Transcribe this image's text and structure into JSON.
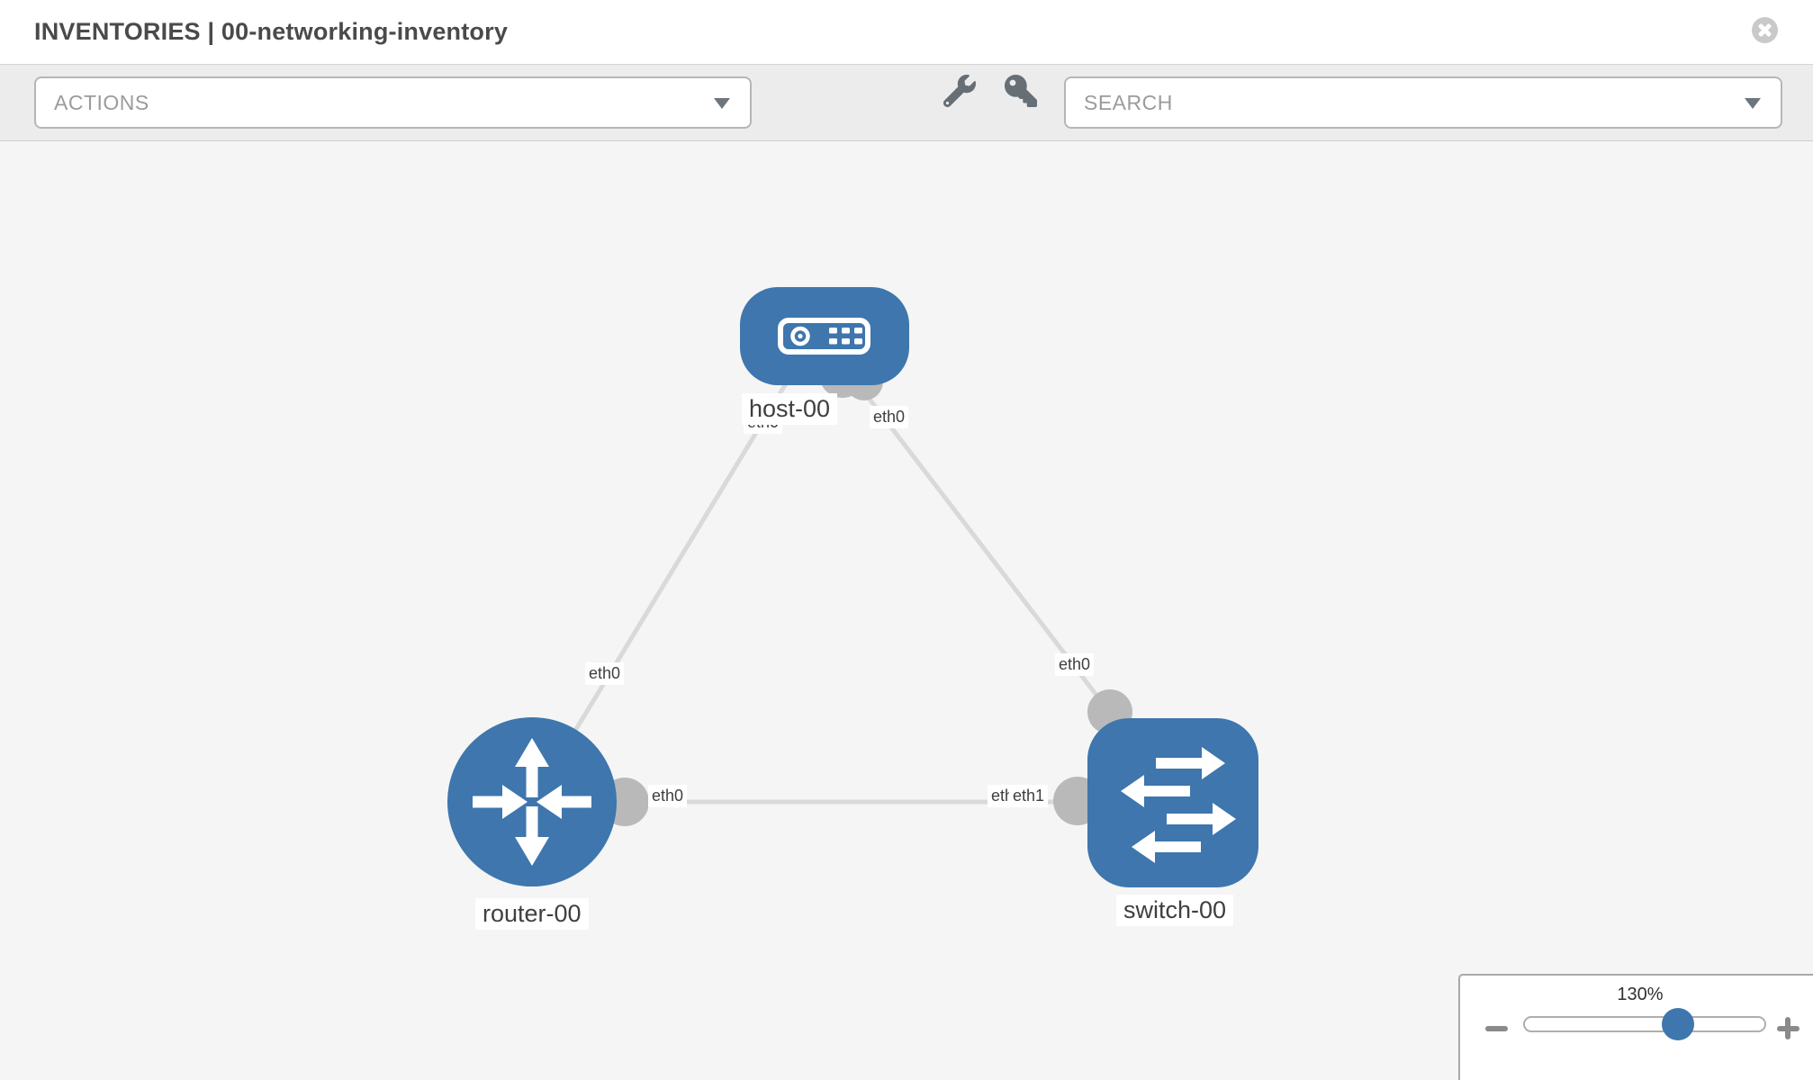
{
  "window": {
    "title": "INVENTORIES | 00-networking-inventory"
  },
  "toolbar": {
    "actions_label": "ACTIONS",
    "search_placeholder": "SEARCH",
    "icons": [
      "wrench-icon",
      "key-icon",
      "caret-down-icon"
    ]
  },
  "topology": {
    "nodes": [
      {
        "name": "host-00",
        "type": "host"
      },
      {
        "name": "router-00",
        "type": "router"
      },
      {
        "name": "switch-00",
        "type": "switch"
      }
    ],
    "links": [
      {
        "from": "host-00",
        "from_interface": "eth0",
        "to": "router-00",
        "to_interface": "eth0"
      },
      {
        "from": "host-00",
        "from_interface": "eth0",
        "to": "switch-00",
        "to_interface": "eth0"
      },
      {
        "from": "router-00",
        "from_interface": "eth0",
        "to": "switch-00",
        "to_interface": "eth1"
      }
    ],
    "labels": {
      "host": "host-00",
      "router": "router-00",
      "switch": "switch-00",
      "host_if_left": "eth0",
      "host_if_right": "eth0",
      "host_router_mid": "eth0",
      "host_switch_mid": "eth0",
      "router_switch_near_router": "eth0",
      "router_switch_near_switch_under": "eth0",
      "router_switch_near_switch": "eth1"
    }
  },
  "zoom_control": {
    "level": "130%"
  },
  "colors": {
    "node_blue": "#3e76ad",
    "link_gray": "#d9d9d9",
    "interface_gray": "#b9b9b9",
    "toolbar_bg": "#ececec",
    "canvas_bg": "#f5f5f5",
    "muted_text": "#9b9b9b",
    "title_text": "#4a4a4a"
  }
}
